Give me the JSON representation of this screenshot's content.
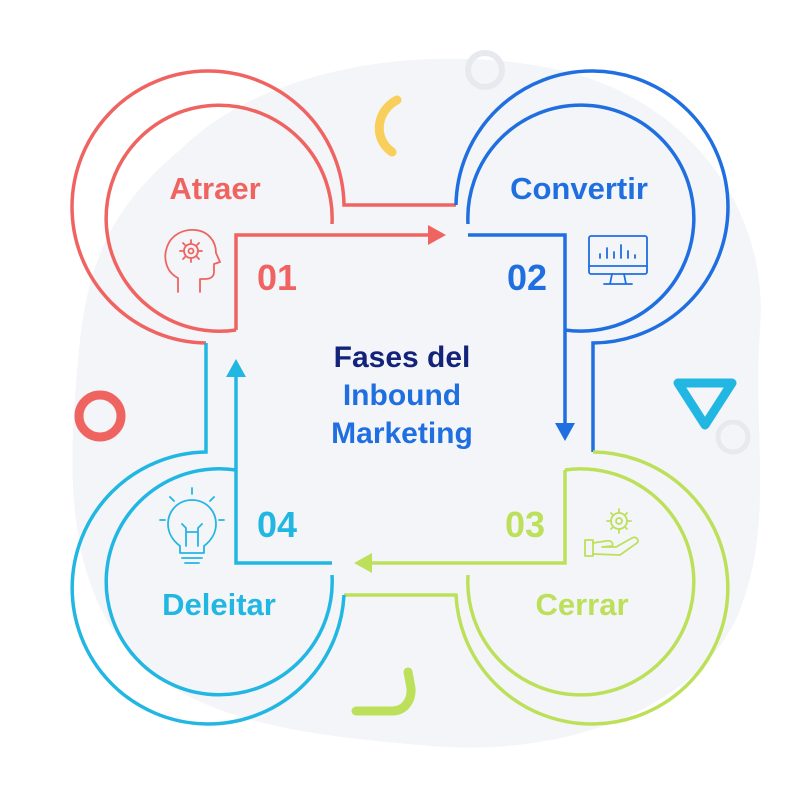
{
  "title": {
    "line1": "Fases del",
    "line2": "Inbound",
    "line3": "Marketing"
  },
  "phases": [
    {
      "name": "Atraer",
      "number": "01",
      "icon": "gear-head-icon",
      "color": "#ef6461"
    },
    {
      "name": "Convertir",
      "number": "02",
      "icon": "monitor-chart-icon",
      "color": "#1f6fe0"
    },
    {
      "name": "Cerrar",
      "number": "03",
      "icon": "hand-gear-icon",
      "color": "#bde05a"
    },
    {
      "name": "Deleitar",
      "number": "04",
      "icon": "lightbulb-icon",
      "color": "#22b7e3"
    }
  ],
  "colors": {
    "title": "#13237a",
    "background_blob": "#f4f5f9",
    "decor_yellow": "#f7cf5a",
    "decor_pink": "#ef6461",
    "decor_cyan": "#22b7e3",
    "decor_green": "#bde05a"
  }
}
